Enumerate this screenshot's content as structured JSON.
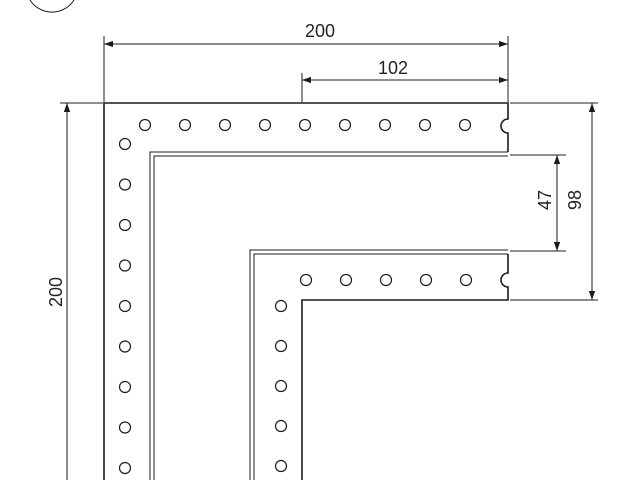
{
  "dimensions": {
    "overall_width": "200",
    "inner_width": "102",
    "overall_height": "200",
    "channel_width": "47",
    "profile_width": "98"
  },
  "colors": {
    "line": "#1c1c1c",
    "background": "#ffffff"
  },
  "holes": {
    "top_row_count": 9,
    "left_column_count": 9,
    "inner_row_count": 5,
    "inner_column_count": 5
  }
}
